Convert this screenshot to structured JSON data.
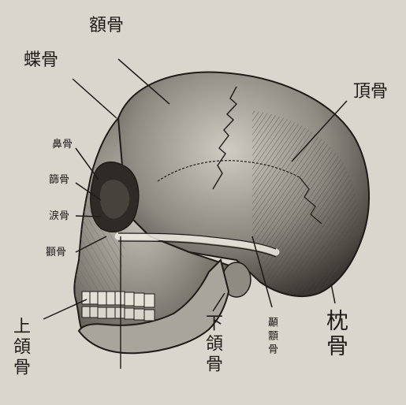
{
  "labels": {
    "frontal": "額骨",
    "sphenoid": "蝶骨",
    "parietal": "頂骨",
    "nasal": "鼻骨",
    "ethmoid": "篩骨",
    "lacrimal": "涙骨",
    "zygomatic": "顴骨",
    "maxilla": "上頜骨",
    "mandible": "下頜骨",
    "temporal": "顳顬骨",
    "occipital": "枕骨"
  },
  "colors": {
    "paper": "#d9d6ce",
    "ink": "#1e1b18",
    "shade": "#6e6a63"
  }
}
